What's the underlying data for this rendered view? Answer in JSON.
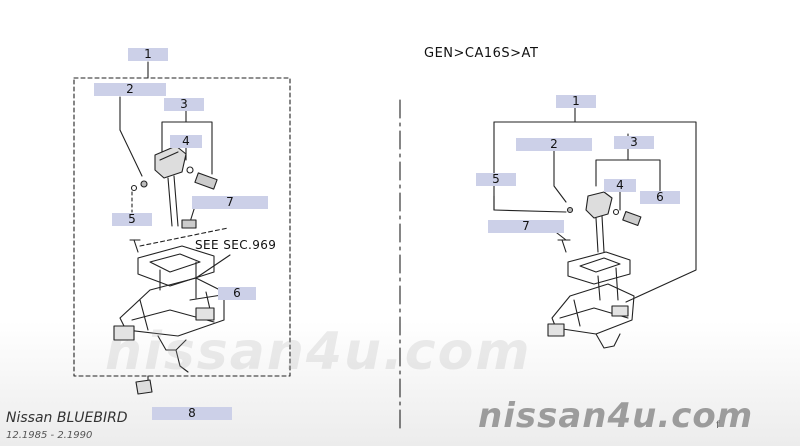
{
  "diagram": {
    "code_label": "GEN>CA16S>AT",
    "note": "SEE SEC.969",
    "left_callouts": [
      "1",
      "2",
      "3",
      "4",
      "5",
      "7",
      "6",
      "8"
    ],
    "right_callouts": [
      "1",
      "2",
      "3",
      "5",
      "4",
      "6",
      "7"
    ]
  },
  "footer": {
    "model_name": "Nissan BLUEBIRD",
    "model_years": "12.1985 - 2.1990",
    "corner_mark": "f"
  },
  "watermark": {
    "center_text": "nissan4u.com",
    "corner_text": "nissan4u.com"
  }
}
